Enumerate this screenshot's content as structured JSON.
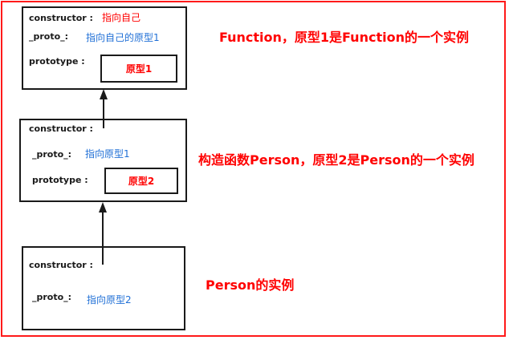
{
  "boxes": [
    {
      "constructor_label": "constructor :",
      "constructor_value": "指向自己",
      "proto_label": "_proto_:",
      "proto_value": "指向自己的原型1",
      "prototype_label": "prototype :",
      "prototype_value": "原型1"
    },
    {
      "constructor_label": "constructor :",
      "proto_label": "_proto_:",
      "proto_value": "指向原型1",
      "prototype_label": "prototype :",
      "prototype_value": "原型2"
    },
    {
      "constructor_label": "constructor :",
      "proto_label": "_proto_:",
      "proto_value": "指向原型2"
    }
  ],
  "notes": [
    "Function，原型1是Function的一个实例",
    "构造函数Person，原型2是Person的一个实例",
    "Person的实例"
  ],
  "colors": {
    "frame": "#ff1a1a",
    "annotation": "#ff0000",
    "link_text": "#1f6fd6",
    "stroke": "#1a1a1a"
  }
}
